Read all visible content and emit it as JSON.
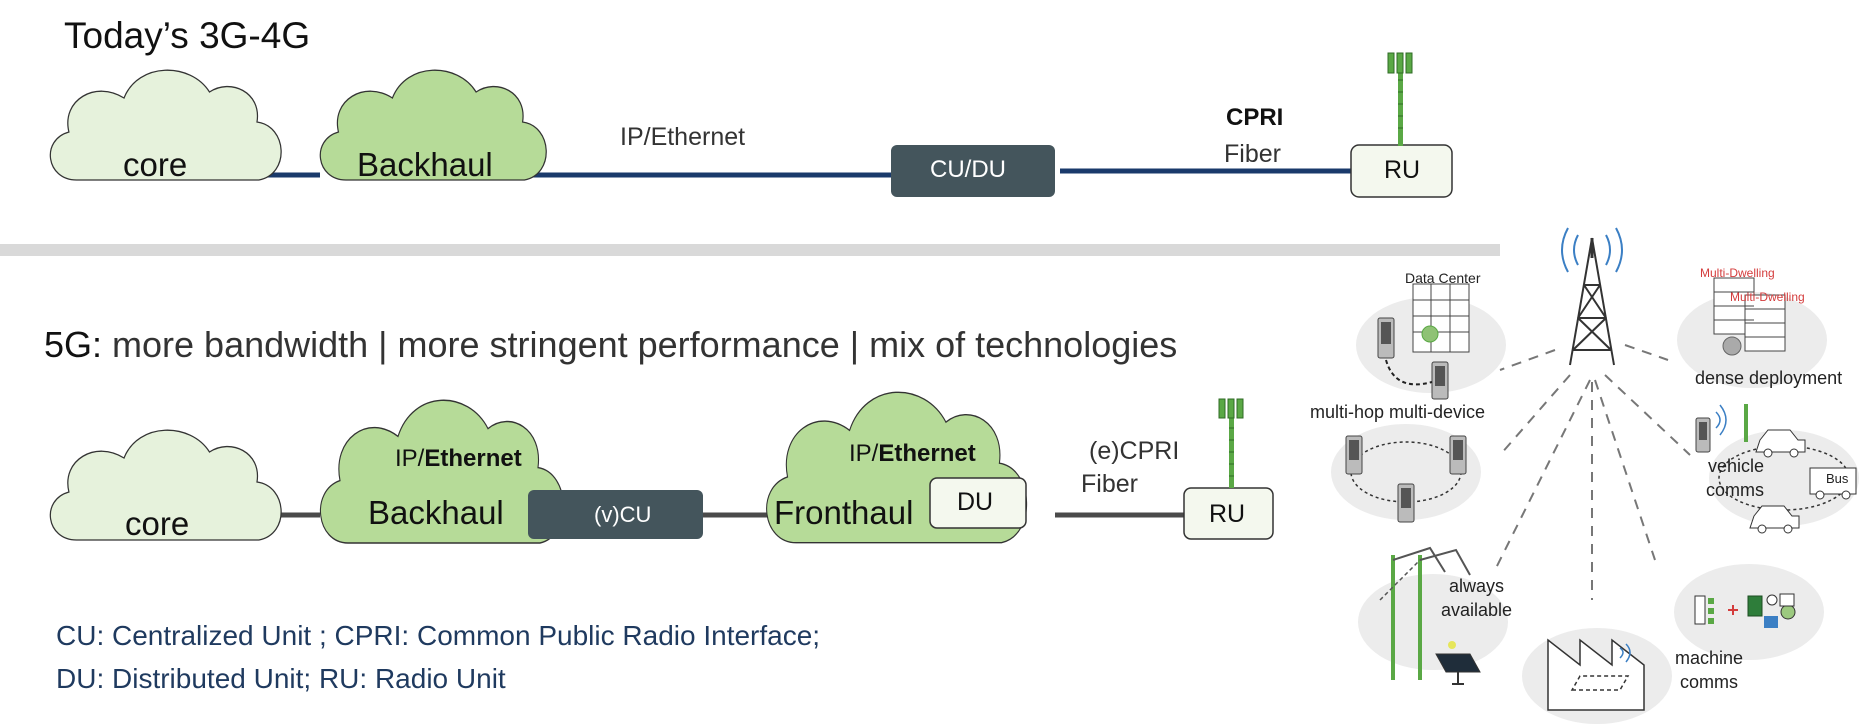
{
  "top": {
    "title": "Today’s 3G-4G",
    "core": "core",
    "backhaul": "Backhaul",
    "ip_ethernet": "IP/Ethernet",
    "cu_du": "CU/DU",
    "cpri": "CPRI",
    "fiber": "Fiber",
    "ru": "RU"
  },
  "bottom": {
    "title_prefix": "5G:",
    "title_rest": " more bandwidth | more stringent performance | mix of technologies",
    "core": "core",
    "backhaul_ip": "IP/",
    "backhaul_eth": "Ethernet",
    "backhaul": "Backhaul",
    "vcu": "(v)CU",
    "fronthaul_ip": "IP/",
    "fronthaul_eth": "Ethernet",
    "fronthaul": "Fronthaul",
    "du": "DU",
    "ecpri": "(e)CPRI",
    "fiber": "Fiber",
    "ru": "RU"
  },
  "legend": {
    "line1": "CU: Centralized Unit ; CPRI: Common Public Radio Interface;",
    "line2": "DU: Distributed Unit; RU: Radio Unit"
  },
  "scenarios": {
    "data_center": "Data Center",
    "multi_hop": "multi-hop multi-device",
    "multi_dwelling_1": "Multi-Dwelling",
    "multi_dwelling_2": "Multi-Dwelling",
    "dense": "dense deployment",
    "vehicle_1": "vehicle",
    "vehicle_2": "comms",
    "bus": "Bus",
    "always_1": "always",
    "always_2": "available",
    "machine_1": "machine",
    "machine_2": "comms"
  },
  "colors": {
    "dark_line": "#1a3a6b",
    "gray_line": "#4a4a4a",
    "cloud_light": "#e6f2dc",
    "cloud_green": "#b6db98",
    "box_dark": "#44555c",
    "ru_fill": "#f4f8ee",
    "antenna": "#5aa845",
    "divider": "#d9d9d9",
    "scenario_bg": "#ececec"
  }
}
